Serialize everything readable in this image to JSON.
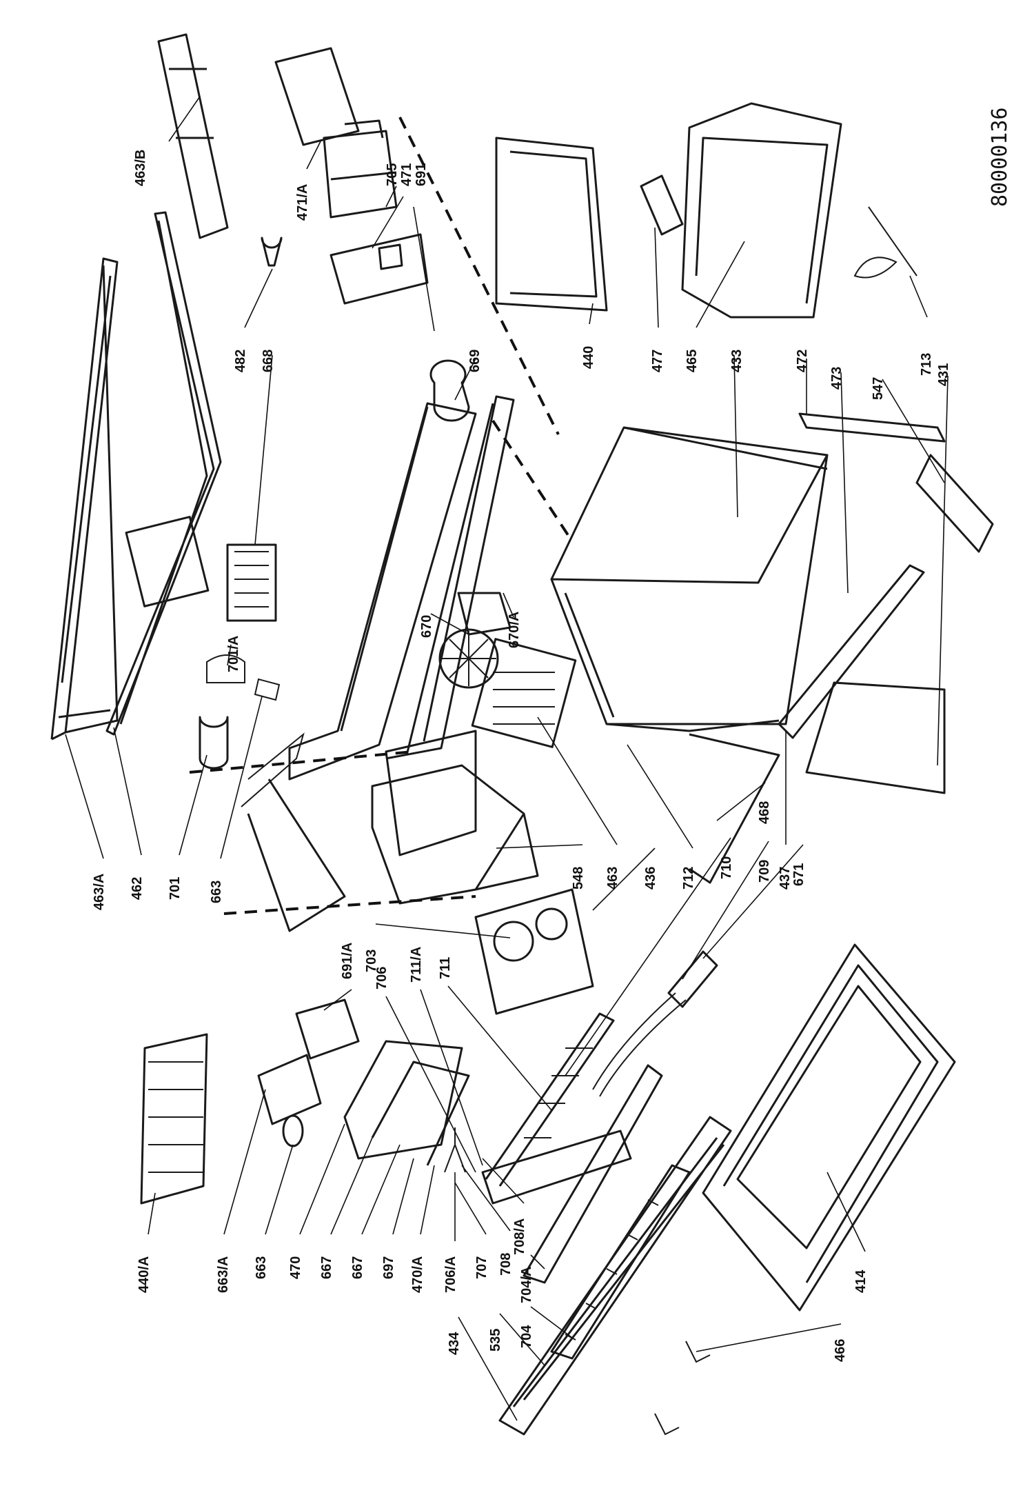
{
  "document_number": "80000136",
  "labels": {
    "463_a": "463/A",
    "462": "462",
    "701": "701",
    "663": "663",
    "701_a": "701/A",
    "668": "668",
    "482": "482",
    "463_b": "463/B",
    "471_a": "471/A",
    "705": "705",
    "471": "471",
    "691": "691",
    "440": "440",
    "477": "477",
    "465": "465",
    "433": "433",
    "472": "472",
    "473": "473",
    "547": "547",
    "713": "713",
    "431": "431",
    "669": "669",
    "670": "670",
    "670_a": "670/A",
    "548": "548",
    "463": "463",
    "436": "436",
    "712": "712",
    "710": "710",
    "709": "709",
    "671": "671",
    "468": "468",
    "437": "437",
    "703": "703",
    "691_a": "691/A",
    "706": "706",
    "711_a": "711/A",
    "711": "711",
    "440_a": "440/A",
    "663_a": "663/A",
    "663_b": "663",
    "470": "470",
    "667": "667",
    "667_b": "667",
    "697": "697",
    "470_a": "470/A",
    "706_a": "706/A",
    "707": "707",
    "708": "708",
    "708_a": "708/A",
    "704_a": "704/A",
    "704": "704",
    "535": "535",
    "434": "434",
    "414": "414",
    "466": "466"
  }
}
